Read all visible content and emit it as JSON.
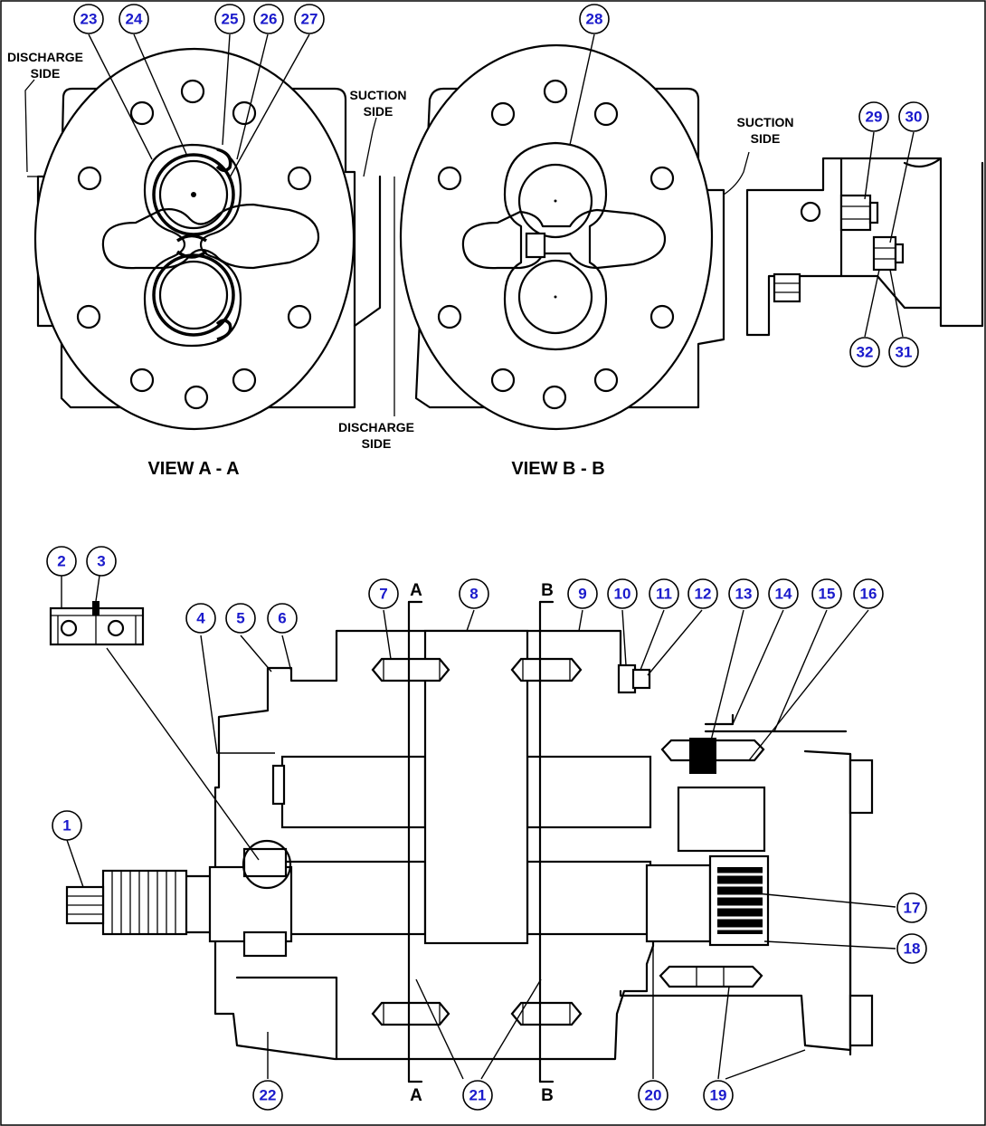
{
  "labels": {
    "view_a": "VIEW A - A",
    "view_b": "VIEW B - B",
    "discharge_a_1": "DISCHARGE",
    "discharge_a_2": "SIDE",
    "suction_a_1": "SUCTION",
    "suction_a_2": "SIDE",
    "discharge_b_1": "DISCHARGE",
    "discharge_b_2": "SIDE",
    "suction_b_1": "SUCTION",
    "suction_b_2": "SIDE",
    "section_a": "A",
    "section_b": "B"
  },
  "callouts": [
    {
      "id": "callout-23",
      "label": "23"
    },
    {
      "id": "callout-24",
      "label": "24"
    },
    {
      "id": "callout-25",
      "label": "25"
    },
    {
      "id": "callout-26",
      "label": "26"
    },
    {
      "id": "callout-27",
      "label": "27"
    },
    {
      "id": "callout-28",
      "label": "28"
    },
    {
      "id": "callout-29",
      "label": "29"
    },
    {
      "id": "callout-30",
      "label": "30"
    },
    {
      "id": "callout-32",
      "label": "32"
    },
    {
      "id": "callout-31",
      "label": "31"
    },
    {
      "id": "callout-2",
      "label": "2"
    },
    {
      "id": "callout-3",
      "label": "3"
    },
    {
      "id": "callout-4",
      "label": "4"
    },
    {
      "id": "callout-5",
      "label": "5"
    },
    {
      "id": "callout-6",
      "label": "6"
    },
    {
      "id": "callout-7",
      "label": "7"
    },
    {
      "id": "callout-8",
      "label": "8"
    },
    {
      "id": "callout-9",
      "label": "9"
    },
    {
      "id": "callout-10",
      "label": "10"
    },
    {
      "id": "callout-11",
      "label": "11"
    },
    {
      "id": "callout-12",
      "label": "12"
    },
    {
      "id": "callout-13",
      "label": "13"
    },
    {
      "id": "callout-14",
      "label": "14"
    },
    {
      "id": "callout-15",
      "label": "15"
    },
    {
      "id": "callout-16",
      "label": "16"
    },
    {
      "id": "callout-1",
      "label": "1"
    },
    {
      "id": "callout-17",
      "label": "17"
    },
    {
      "id": "callout-18",
      "label": "18"
    },
    {
      "id": "callout-22",
      "label": "22"
    },
    {
      "id": "callout-21",
      "label": "21"
    },
    {
      "id": "callout-20",
      "label": "20"
    },
    {
      "id": "callout-19",
      "label": "19"
    }
  ],
  "colors": {
    "callout_text": "#1a1acc",
    "line": "#000000",
    "background": "#ffffff"
  }
}
